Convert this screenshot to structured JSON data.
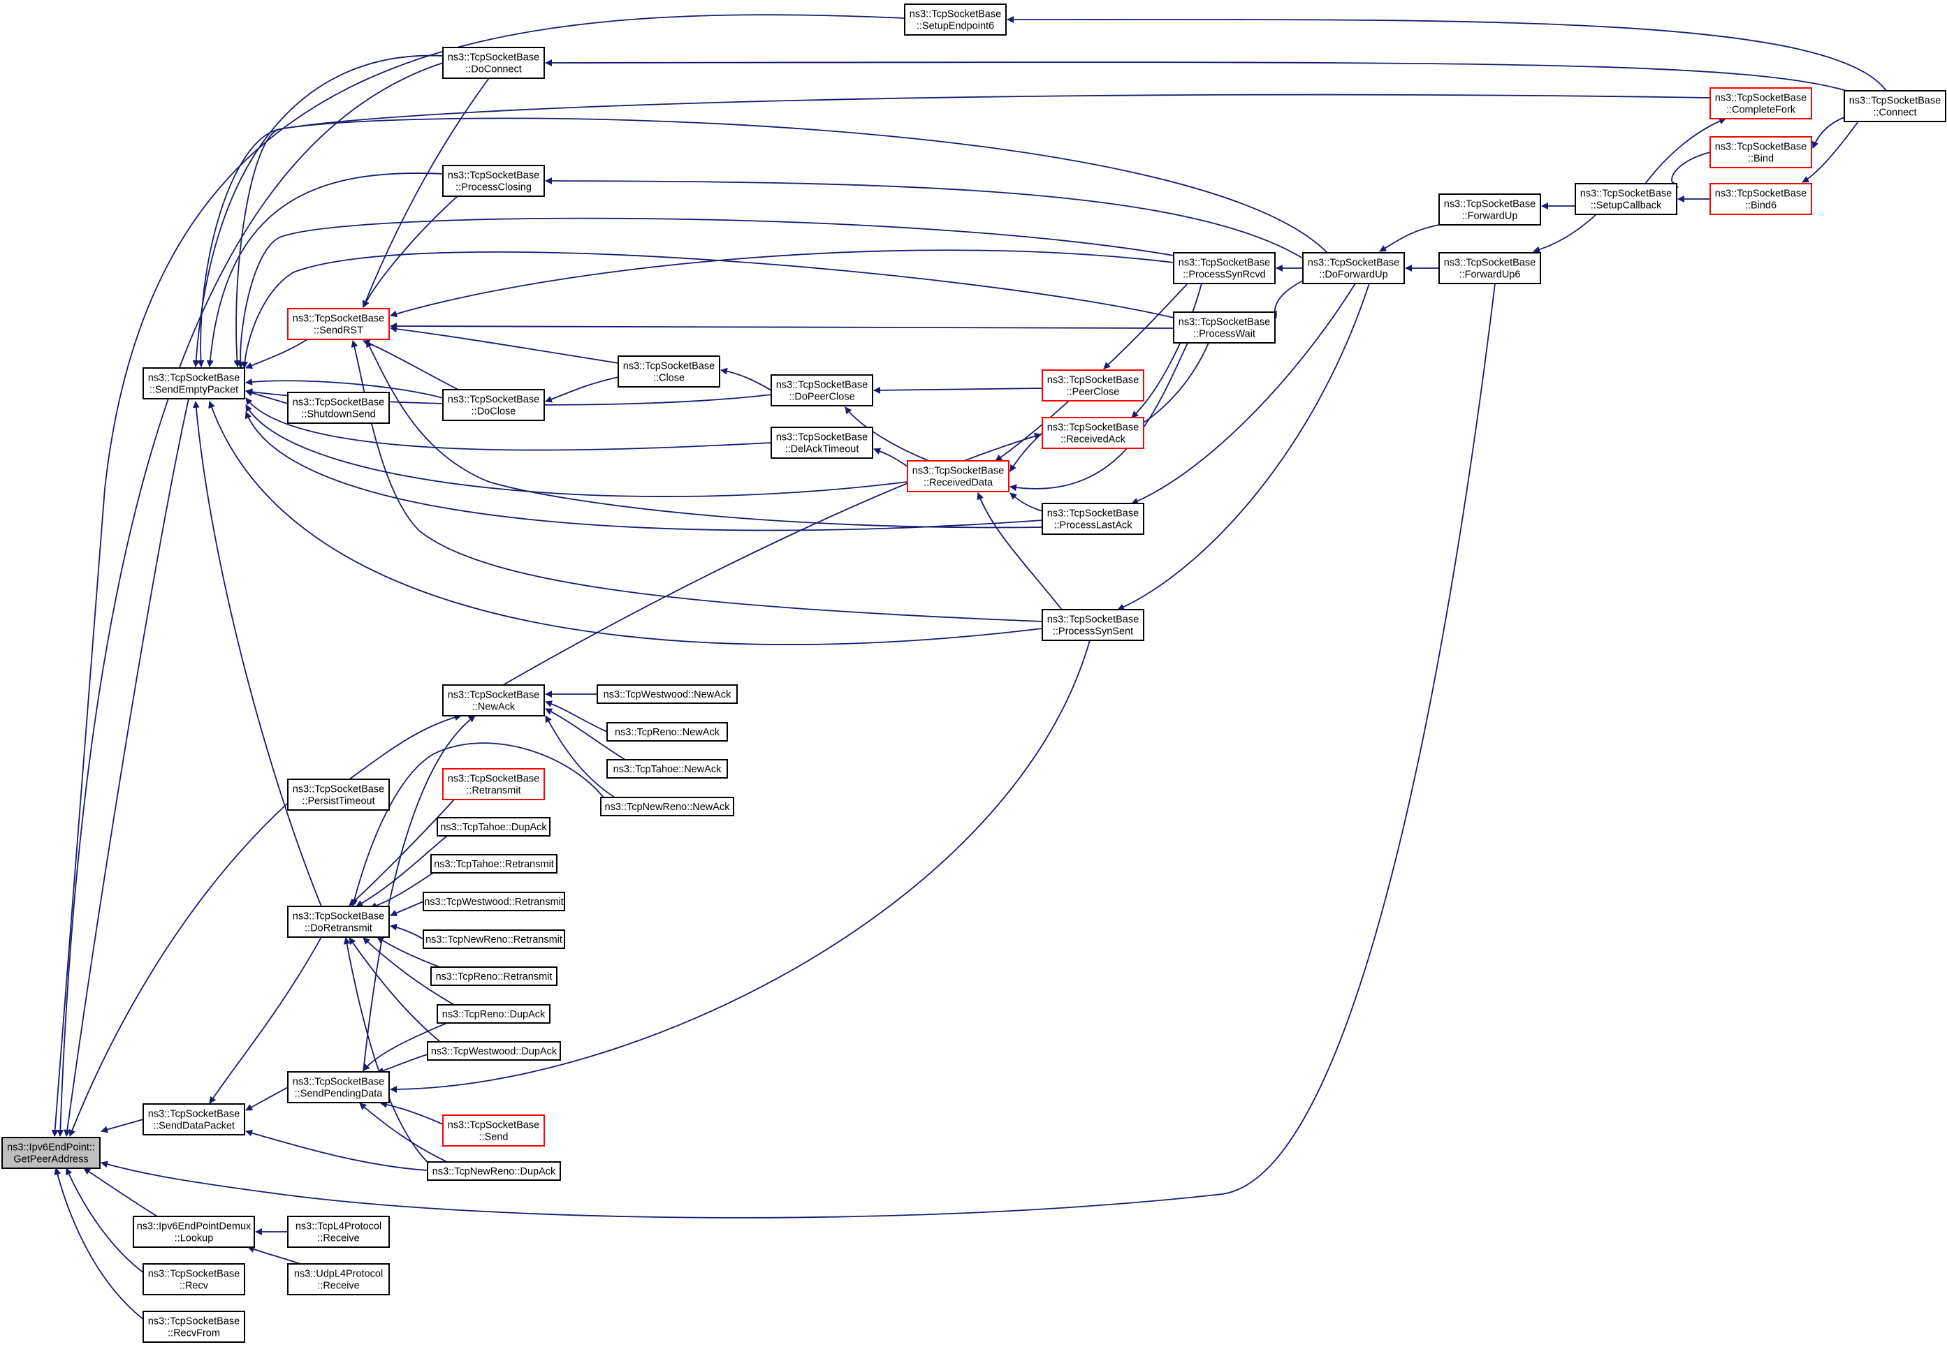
{
  "colors": {
    "edge": "#191970",
    "node_border_default": "#000000",
    "node_border_truncated": "#ff0000",
    "node_fill_default": "#ffffff",
    "node_fill_focus": "#bfbfbf"
  },
  "nodes": [
    {
      "id": "getpeer",
      "lines": [
        "ns3::Ipv6EndPoint::",
        "GetPeerAddress"
      ],
      "style": "focus"
    },
    {
      "id": "setupep6",
      "lines": [
        "ns3::TcpSocketBase",
        "::SetupEndpoint6"
      ],
      "style": "normal"
    },
    {
      "id": "doconnect",
      "lines": [
        "ns3::TcpSocketBase",
        "::DoConnect"
      ],
      "style": "normal"
    },
    {
      "id": "connect",
      "lines": [
        "ns3::TcpSocketBase",
        "::Connect"
      ],
      "style": "normal"
    },
    {
      "id": "completefork",
      "lines": [
        "ns3::TcpSocketBase",
        "::CompleteFork"
      ],
      "style": "truncated"
    },
    {
      "id": "bind",
      "lines": [
        "ns3::TcpSocketBase",
        "::Bind"
      ],
      "style": "truncated"
    },
    {
      "id": "bind6",
      "lines": [
        "ns3::TcpSocketBase",
        "::Bind6"
      ],
      "style": "truncated"
    },
    {
      "id": "setupcb",
      "lines": [
        "ns3::TcpSocketBase",
        "::SetupCallback"
      ],
      "style": "normal"
    },
    {
      "id": "forwardup",
      "lines": [
        "ns3::TcpSocketBase",
        "::ForwardUp"
      ],
      "style": "normal"
    },
    {
      "id": "forwardup6",
      "lines": [
        "ns3::TcpSocketBase",
        "::ForwardUp6"
      ],
      "style": "normal"
    },
    {
      "id": "doforwardup",
      "lines": [
        "ns3::TcpSocketBase",
        "::DoForwardUp"
      ],
      "style": "normal"
    },
    {
      "id": "processclosing",
      "lines": [
        "ns3::TcpSocketBase",
        "::ProcessClosing"
      ],
      "style": "normal"
    },
    {
      "id": "processsynrcvd",
      "lines": [
        "ns3::TcpSocketBase",
        "::ProcessSynRcvd"
      ],
      "style": "normal"
    },
    {
      "id": "processwait",
      "lines": [
        "ns3::TcpSocketBase",
        "::ProcessWait"
      ],
      "style": "normal"
    },
    {
      "id": "sendrst",
      "lines": [
        "ns3::TcpSocketBase",
        "::SendRST"
      ],
      "style": "truncated"
    },
    {
      "id": "sendempty",
      "lines": [
        "ns3::TcpSocketBase",
        "::SendEmptyPacket"
      ],
      "style": "normal"
    },
    {
      "id": "shutdownsend",
      "lines": [
        "ns3::TcpSocketBase",
        "::ShutdownSend"
      ],
      "style": "normal"
    },
    {
      "id": "doclose",
      "lines": [
        "ns3::TcpSocketBase",
        "::DoClose"
      ],
      "style": "normal"
    },
    {
      "id": "close",
      "lines": [
        "ns3::TcpSocketBase",
        "::Close"
      ],
      "style": "normal"
    },
    {
      "id": "dopeerclose",
      "lines": [
        "ns3::TcpSocketBase",
        "::DoPeerClose"
      ],
      "style": "normal"
    },
    {
      "id": "peerclose",
      "lines": [
        "ns3::TcpSocketBase",
        "::PeerClose"
      ],
      "style": "truncated"
    },
    {
      "id": "delacktimeout",
      "lines": [
        "ns3::TcpSocketBase",
        "::DelAckTimeout"
      ],
      "style": "normal"
    },
    {
      "id": "receivedack",
      "lines": [
        "ns3::TcpSocketBase",
        "::ReceivedAck"
      ],
      "style": "truncated"
    },
    {
      "id": "receiveddata",
      "lines": [
        "ns3::TcpSocketBase",
        "::ReceivedData"
      ],
      "style": "truncated"
    },
    {
      "id": "processlastack",
      "lines": [
        "ns3::TcpSocketBase",
        "::ProcessLastAck"
      ],
      "style": "normal"
    },
    {
      "id": "processsynsent",
      "lines": [
        "ns3::TcpSocketBase",
        "::ProcessSynSent"
      ],
      "style": "normal"
    },
    {
      "id": "newack",
      "lines": [
        "ns3::TcpSocketBase",
        "::NewAck"
      ],
      "style": "normal"
    },
    {
      "id": "westwood_newack",
      "lines": [
        "ns3::TcpWestwood::NewAck"
      ],
      "style": "normal"
    },
    {
      "id": "reno_newack",
      "lines": [
        "ns3::TcpReno::NewAck"
      ],
      "style": "normal"
    },
    {
      "id": "tahoe_newack",
      "lines": [
        "ns3::TcpTahoe::NewAck"
      ],
      "style": "normal"
    },
    {
      "id": "newreno_newack",
      "lines": [
        "ns3::TcpNewReno::NewAck"
      ],
      "style": "normal"
    },
    {
      "id": "persisttimeout",
      "lines": [
        "ns3::TcpSocketBase",
        "::PersistTimeout"
      ],
      "style": "normal"
    },
    {
      "id": "retransmit",
      "lines": [
        "ns3::TcpSocketBase",
        "::Retransmit"
      ],
      "style": "truncated"
    },
    {
      "id": "tahoe_dupack",
      "lines": [
        "ns3::TcpTahoe::DupAck"
      ],
      "style": "normal"
    },
    {
      "id": "tahoe_retx",
      "lines": [
        "ns3::TcpTahoe::Retransmit"
      ],
      "style": "normal"
    },
    {
      "id": "westwood_retx",
      "lines": [
        "ns3::TcpWestwood::Retransmit"
      ],
      "style": "normal"
    },
    {
      "id": "newreno_retx",
      "lines": [
        "ns3::TcpNewReno::Retransmit"
      ],
      "style": "normal"
    },
    {
      "id": "reno_retx",
      "lines": [
        "ns3::TcpReno::Retransmit"
      ],
      "style": "normal"
    },
    {
      "id": "reno_dupack",
      "lines": [
        "ns3::TcpReno::DupAck"
      ],
      "style": "normal"
    },
    {
      "id": "westwood_dupack",
      "lines": [
        "ns3::TcpWestwood::DupAck"
      ],
      "style": "normal"
    },
    {
      "id": "doretransmit",
      "lines": [
        "ns3::TcpSocketBase",
        "::DoRetransmit"
      ],
      "style": "normal"
    },
    {
      "id": "sendpending",
      "lines": [
        "ns3::TcpSocketBase",
        "::SendPendingData"
      ],
      "style": "normal"
    },
    {
      "id": "send",
      "lines": [
        "ns3::TcpSocketBase",
        "::Send"
      ],
      "style": "truncated"
    },
    {
      "id": "senddata",
      "lines": [
        "ns3::TcpSocketBase",
        "::SendDataPacket"
      ],
      "style": "normal"
    },
    {
      "id": "newreno_dupack",
      "lines": [
        "ns3::TcpNewReno::DupAck"
      ],
      "style": "normal"
    },
    {
      "id": "lookup",
      "lines": [
        "ns3::Ipv6EndPointDemux",
        "::Lookup"
      ],
      "style": "normal"
    },
    {
      "id": "tcpl4",
      "lines": [
        "ns3::TcpL4Protocol",
        "::Receive"
      ],
      "style": "normal"
    },
    {
      "id": "udpl4",
      "lines": [
        "ns3::UdpL4Protocol",
        "::Receive"
      ],
      "style": "normal"
    },
    {
      "id": "recv",
      "lines": [
        "ns3::TcpSocketBase",
        "::Recv"
      ],
      "style": "normal"
    },
    {
      "id": "recvfrom",
      "lines": [
        "ns3::TcpSocketBase",
        "::RecvFrom"
      ],
      "style": "normal"
    }
  ],
  "edges": [
    {
      "from": "setupep6",
      "to": "getpeer"
    },
    {
      "from": "connect",
      "to": "setupep6"
    },
    {
      "from": "doconnect",
      "to": "sendempty"
    },
    {
      "from": "connect",
      "to": "doconnect"
    },
    {
      "from": "doconnect",
      "to": "getpeer"
    },
    {
      "from": "completefork",
      "to": "sendempty"
    },
    {
      "from": "bind",
      "to": "setupcb"
    },
    {
      "from": "bind6",
      "to": "setupcb"
    },
    {
      "from": "connect",
      "to": "bind"
    },
    {
      "from": "connect",
      "to": "bind6"
    },
    {
      "from": "setupcb",
      "to": "completefork"
    },
    {
      "from": "forwardup",
      "to": "doforwardup"
    },
    {
      "from": "forwardup6",
      "to": "doforwardup"
    },
    {
      "from": "setupcb",
      "to": "forwardup"
    },
    {
      "from": "setupcb",
      "to": "forwardup6"
    },
    {
      "from": "processclosing",
      "to": "sendempty"
    },
    {
      "from": "processclosing",
      "to": "sendrst"
    },
    {
      "from": "doforwardup",
      "to": "processclosing"
    },
    {
      "from": "doforwardup",
      "to": "processsynrcvd"
    },
    {
      "from": "doforwardup",
      "to": "processwait"
    },
    {
      "from": "doforwardup",
      "to": "sendempty"
    },
    {
      "from": "processsynrcvd",
      "to": "sendempty"
    },
    {
      "from": "processsynrcvd",
      "to": "sendrst"
    },
    {
      "from": "processwait",
      "to": "sendempty"
    },
    {
      "from": "processwait",
      "to": "sendrst"
    },
    {
      "from": "sendrst",
      "to": "sendempty"
    },
    {
      "from": "doconnect",
      "to": "sendrst"
    },
    {
      "from": "shutdownsend",
      "to": "sendempty"
    },
    {
      "from": "doclose",
      "to": "sendempty"
    },
    {
      "from": "doclose",
      "to": "sendrst"
    },
    {
      "from": "close",
      "to": "doclose"
    },
    {
      "from": "close",
      "to": "sendrst"
    },
    {
      "from": "dopeerclose",
      "to": "close"
    },
    {
      "from": "dopeerclose",
      "to": "sendempty"
    },
    {
      "from": "peerclose",
      "to": "dopeerclose"
    },
    {
      "from": "processsynrcvd",
      "to": "peerclose"
    },
    {
      "from": "processwait",
      "to": "receivedack"
    },
    {
      "from": "receiveddata",
      "to": "dopeerclose"
    },
    {
      "from": "delacktimeout",
      "to": "sendempty"
    },
    {
      "from": "receiveddata",
      "to": "delacktimeout"
    },
    {
      "from": "peerclose",
      "to": "receiveddata"
    },
    {
      "from": "receivedack",
      "to": "receiveddata"
    },
    {
      "from": "processlastack",
      "to": "receiveddata"
    },
    {
      "from": "processsynsent",
      "to": "receiveddata"
    },
    {
      "from": "processsynrcvd",
      "to": "receivedack"
    },
    {
      "from": "processwait",
      "to": "receiveddata"
    },
    {
      "from": "receiveddata",
      "to": "sendempty"
    },
    {
      "from": "processlastack",
      "to": "sendempty"
    },
    {
      "from": "processlastack",
      "to": "sendrst"
    },
    {
      "from": "doforwardup",
      "to": "processlastack"
    },
    {
      "from": "processsynsent",
      "to": "sendempty"
    },
    {
      "from": "processsynsent",
      "to": "sendrst"
    },
    {
      "from": "doforwardup",
      "to": "processsynsent"
    },
    {
      "from": "newack",
      "to": "receivedack"
    },
    {
      "from": "westwood_newack",
      "to": "newack"
    },
    {
      "from": "reno_newack",
      "to": "newack"
    },
    {
      "from": "tahoe_newack",
      "to": "newack"
    },
    {
      "from": "newreno_newack",
      "to": "newack"
    },
    {
      "from": "persisttimeout",
      "to": "newack"
    },
    {
      "from": "persisttimeout",
      "to": "getpeer"
    },
    {
      "from": "retransmit",
      "to": "doretransmit"
    },
    {
      "from": "tahoe_dupack",
      "to": "doretransmit"
    },
    {
      "from": "tahoe_retx",
      "to": "doretransmit"
    },
    {
      "from": "westwood_retx",
      "to": "doretransmit"
    },
    {
      "from": "newreno_retx",
      "to": "doretransmit"
    },
    {
      "from": "reno_retx",
      "to": "doretransmit"
    },
    {
      "from": "reno_dupack",
      "to": "doretransmit"
    },
    {
      "from": "westwood_dupack",
      "to": "doretransmit"
    },
    {
      "from": "newreno_dupack",
      "to": "doretransmit"
    },
    {
      "from": "newreno_newack",
      "to": "doretransmit"
    },
    {
      "from": "doretransmit",
      "to": "sendempty"
    },
    {
      "from": "doretransmit",
      "to": "senddata"
    },
    {
      "from": "sendpending",
      "to": "senddata"
    },
    {
      "from": "sendpending",
      "to": "newack"
    },
    {
      "from": "reno_dupack",
      "to": "sendpending"
    },
    {
      "from": "westwood_dupack",
      "to": "sendpending"
    },
    {
      "from": "send",
      "to": "sendpending"
    },
    {
      "from": "newreno_dupack",
      "to": "sendpending"
    },
    {
      "from": "processsynsent",
      "to": "sendpending"
    },
    {
      "from": "newreno_dupack",
      "to": "senddata"
    },
    {
      "from": "senddata",
      "to": "getpeer"
    },
    {
      "from": "sendempty",
      "to": "getpeer"
    },
    {
      "from": "forwardup6",
      "to": "getpeer"
    },
    {
      "from": "lookup",
      "to": "getpeer"
    },
    {
      "from": "tcpl4",
      "to": "lookup"
    },
    {
      "from": "udpl4",
      "to": "lookup"
    },
    {
      "from": "recv",
      "to": "getpeer"
    },
    {
      "from": "recvfrom",
      "to": "getpeer"
    }
  ]
}
